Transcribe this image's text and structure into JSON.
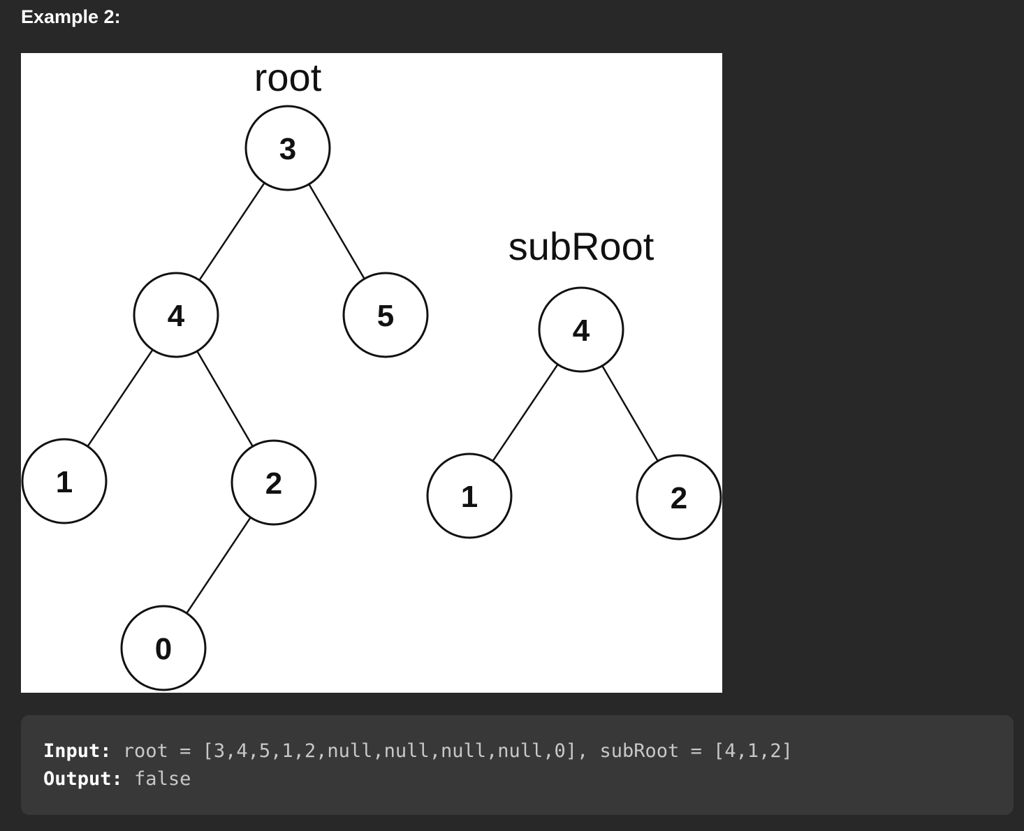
{
  "heading": "Example 2:",
  "figure": {
    "root_label": "root",
    "subroot_label": "subRoot",
    "root_tree": {
      "nodes": [
        {
          "id": "r3",
          "value": "3"
        },
        {
          "id": "r4",
          "value": "4"
        },
        {
          "id": "r5",
          "value": "5"
        },
        {
          "id": "r1",
          "value": "1"
        },
        {
          "id": "r2",
          "value": "2"
        },
        {
          "id": "r0",
          "value": "0"
        }
      ],
      "edges": [
        [
          "r3",
          "r4"
        ],
        [
          "r3",
          "r5"
        ],
        [
          "r4",
          "r1"
        ],
        [
          "r4",
          "r2"
        ],
        [
          "r2",
          "r0"
        ]
      ]
    },
    "subroot_tree": {
      "nodes": [
        {
          "id": "s4",
          "value": "4"
        },
        {
          "id": "s1",
          "value": "1"
        },
        {
          "id": "s2",
          "value": "2"
        }
      ],
      "edges": [
        [
          "s4",
          "s1"
        ],
        [
          "s4",
          "s2"
        ]
      ]
    }
  },
  "example": {
    "input_label": "Input:",
    "input_value": " root = [3,4,5,1,2,null,null,null,null,0], subRoot = [4,1,2]",
    "output_label": "Output:",
    "output_value": " false"
  },
  "colors": {
    "page_bg": "#282828",
    "box_bg": "#383838",
    "figure_bg": "#ffffff",
    "ink": "#111111"
  }
}
